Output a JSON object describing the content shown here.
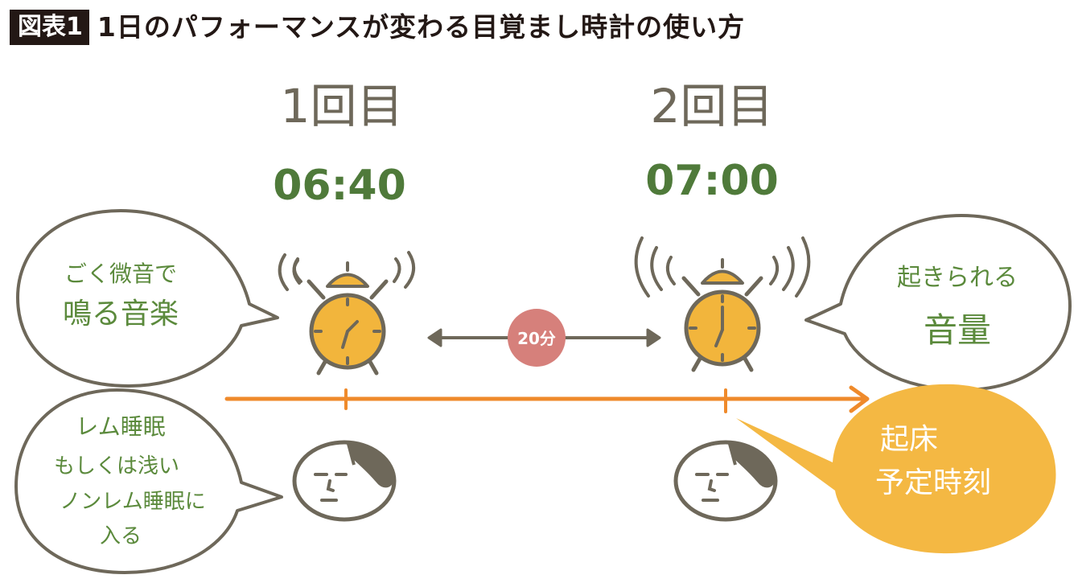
{
  "header": {
    "figure_label": "図表1",
    "title": "1日のパフォーマンスが変わる目覚まし時計の使い方"
  },
  "alarms": [
    {
      "heading": "1回目",
      "time": "06:40",
      "speech_lines": [
        "ごく微音で",
        "鳴る音楽"
      ]
    },
    {
      "heading": "2回目",
      "time": "07:00",
      "speech_lines": [
        "起きられる",
        "音量"
      ]
    }
  ],
  "interval_label": "20分",
  "sleep_bubble_lines": [
    "レム睡眠",
    "もしくは浅い",
    "ノンレム睡眠に",
    "入る"
  ],
  "wake_bubble_lines": [
    "起床",
    "予定時刻"
  ],
  "colors": {
    "ink": "#6e685a",
    "green_text": "#5b8a3c",
    "time_green": "#4f7a3a",
    "clock_yellow": "#f2b53c",
    "timeline_orange": "#ef8a2b",
    "interval_red": "#d6807b",
    "wake_bubble_yellow": "#f4b843",
    "header_dark": "#231815"
  }
}
